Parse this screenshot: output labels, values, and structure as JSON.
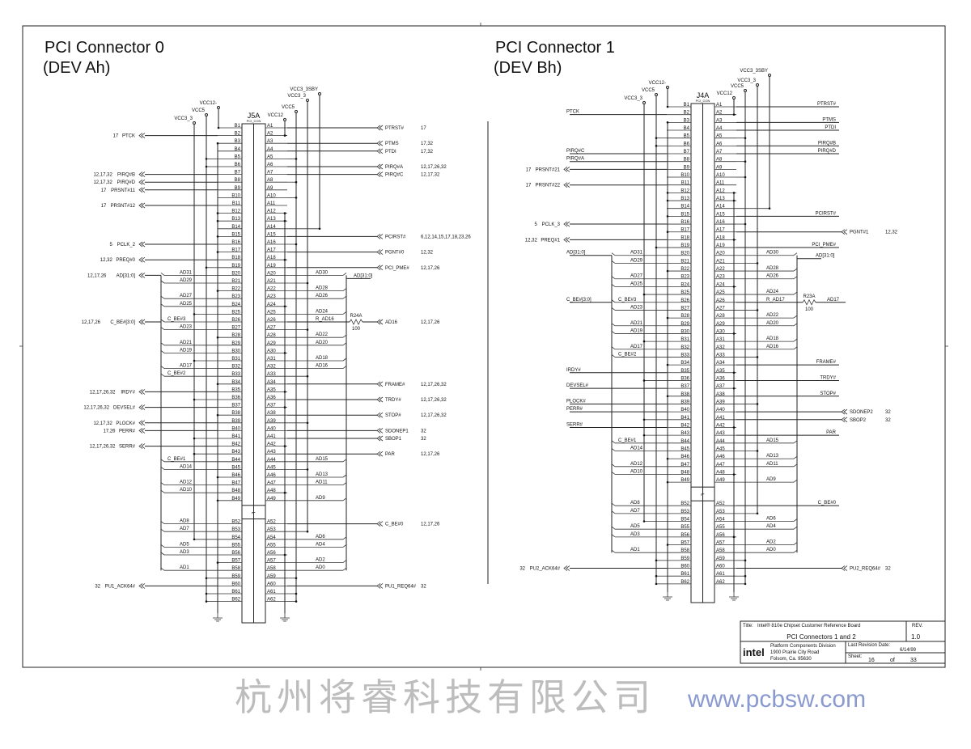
{
  "title_block": {
    "title_label": "Title:",
    "title": "Intel® 810e Chipset Customer Reference Board",
    "rev_label": "REV.",
    "rev": "1.0",
    "sheet_title": "PCI Connectors 1 and 2",
    "logo": "intel",
    "division": "Platform Components Division",
    "address1": "1900 Prairie City Road",
    "address2": "Folsom, Ca. 95630",
    "rev_date_label": "Last Revision Date:",
    "rev_date": "6/14/99",
    "sheet_label": "Sheet:",
    "sheet": "16",
    "of_label": "of",
    "sheet_total": "33"
  },
  "watermark": {
    "text": "杭州将睿科技有限公司",
    "url": "www.pcbsw.com"
  },
  "connectors": [
    {
      "title": "PCI Connector 0",
      "subtitle": "(DEV Ah)",
      "ref": "J5A",
      "part": "PCI_CON",
      "key": "⌐",
      "pins": [
        1,
        2,
        3,
        4,
        5,
        6,
        7,
        8,
        9,
        10,
        11,
        12,
        13,
        14,
        15,
        16,
        17,
        18,
        19,
        20,
        21,
        22,
        23,
        24,
        25,
        26,
        27,
        28,
        29,
        30,
        31,
        32,
        33,
        34,
        35,
        36,
        37,
        38,
        39,
        40,
        41,
        42,
        43,
        44,
        45,
        46,
        47,
        48,
        49,
        52,
        53,
        54,
        55,
        56,
        57,
        58,
        59,
        60,
        61,
        62
      ],
      "rails": [
        "VCC3_3",
        "VCC5",
        "VCC12-",
        "VCC12",
        "VCC5",
        "VCC3_3",
        "VCC3_3SBY"
      ],
      "left_signals": [
        {
          "pin": 2,
          "name": "PTCK",
          "refs": "17",
          "arrow": true
        },
        {
          "pin": 7,
          "name": "PIRQ#B",
          "refs": "12,17,32",
          "arrow": true
        },
        {
          "pin": 8,
          "name": "PIRQ#D",
          "refs": "12,17,32",
          "arrow": true
        },
        {
          "pin": 9,
          "name": "PRSNT#11",
          "refs": "17",
          "arrow": true
        },
        {
          "pin": 11,
          "name": "PRSNT#12",
          "refs": "17",
          "arrow": true
        },
        {
          "pin": 16,
          "name": "PCLK_2",
          "refs": "5",
          "arrow": true
        },
        {
          "pin": 18,
          "name": "PREQ#0",
          "refs": "12,32",
          "arrow": true
        },
        {
          "pin": 20,
          "name": "AD[31:0]",
          "refs": "12,17,26",
          "arrow": true,
          "bus": true
        },
        {
          "pin": 26,
          "name": "C_BE#[3:0]",
          "refs": "12,17,26",
          "arrow": true,
          "bus": true
        },
        {
          "pin": 35,
          "name": "IRDY#",
          "refs": "12,17,26,32",
          "arrow": true
        },
        {
          "pin": 37,
          "name": "DEVSEL#",
          "refs": "12,17,26,32",
          "arrow": true
        },
        {
          "pin": 39,
          "name": "PLOCK#",
          "refs": "12,17,32",
          "arrow": true
        },
        {
          "pin": 40,
          "name": "PERR#",
          "refs": "17,26",
          "arrow": true
        },
        {
          "pin": 42,
          "name": "SERR#",
          "refs": "12,17,26,32",
          "arrow": true
        },
        {
          "pin": 60,
          "name": "PU1_ACK64#",
          "refs": "32",
          "arrow": true
        }
      ],
      "right_signals": [
        {
          "pin": 1,
          "name": "PTRST#",
          "refs": "17",
          "arrow": true
        },
        {
          "pin": 3,
          "name": "PTMS",
          "refs": "17,32",
          "arrow": true
        },
        {
          "pin": 4,
          "name": "PTDI",
          "refs": "17,32",
          "arrow": true
        },
        {
          "pin": 6,
          "name": "PIRQ#A",
          "refs": "12,17,26,32",
          "arrow": true
        },
        {
          "pin": 7,
          "name": "PIRQ#C",
          "refs": "12,17,32",
          "arrow": true
        },
        {
          "pin": 15,
          "name": "PCIRST#",
          "refs": "6,12,14,15,17,18,23,26",
          "arrow": true
        },
        {
          "pin": 17,
          "name": "PGNT#0",
          "refs": "12,32",
          "arrow": true
        },
        {
          "pin": 19,
          "name": "PCI_PME#",
          "refs": "12,17,26",
          "arrow": true
        },
        {
          "pin": 26,
          "name": "AD16",
          "refs": "12,17,26",
          "arrow": true,
          "resistor": true
        },
        {
          "pin": 34,
          "name": "FRAME#",
          "refs": "12,17,26,32",
          "arrow": true
        },
        {
          "pin": 36,
          "name": "TRDY#",
          "refs": "12,17,26,32",
          "arrow": true
        },
        {
          "pin": 38,
          "name": "STOP#",
          "refs": "12,17,26,32",
          "arrow": true
        },
        {
          "pin": 40,
          "name": "SDONEP1",
          "refs": "32",
          "arrow": true
        },
        {
          "pin": 41,
          "name": "SBOP1",
          "refs": "32",
          "arrow": true
        },
        {
          "pin": 43,
          "name": "PAR",
          "refs": "12,17,26",
          "arrow": true
        },
        {
          "pin": 52,
          "name": "C_BE#0",
          "refs": "12,17,26",
          "arrow": true
        },
        {
          "pin": 60,
          "name": "PU1_REQ64#",
          "refs": "32",
          "arrow": true
        }
      ],
      "resistor": {
        "ref": "R24A",
        "value": "100",
        "net": "R_AD16"
      },
      "a_bus_label": "AD[31:0]",
      "b_bus": [
        {
          "pin": 20,
          "name": "AD31"
        },
        {
          "pin": 21,
          "name": "AD29"
        },
        {
          "pin": 23,
          "name": "AD27"
        },
        {
          "pin": 24,
          "name": "AD25"
        },
        {
          "pin": 26,
          "name": "C_BE#3"
        },
        {
          "pin": 27,
          "name": "AD23"
        },
        {
          "pin": 29,
          "name": "AD21"
        },
        {
          "pin": 30,
          "name": "AD19"
        },
        {
          "pin": 32,
          "name": "AD17"
        },
        {
          "pin": 33,
          "name": "C_BE#2"
        },
        {
          "pin": 44,
          "name": "C_BE#1"
        },
        {
          "pin": 45,
          "name": "AD14"
        },
        {
          "pin": 47,
          "name": "AD12"
        },
        {
          "pin": 48,
          "name": "AD10"
        },
        {
          "pin": 52,
          "name": "AD8"
        },
        {
          "pin": 53,
          "name": "AD7"
        },
        {
          "pin": 55,
          "name": "AD5"
        },
        {
          "pin": 56,
          "name": "AD3"
        },
        {
          "pin": 58,
          "name": "AD1"
        }
      ],
      "a_bus": [
        {
          "pin": 20,
          "name": "AD30"
        },
        {
          "pin": 22,
          "name": "AD28"
        },
        {
          "pin": 23,
          "name": "AD26"
        },
        {
          "pin": 25,
          "name": "AD24"
        },
        {
          "pin": 28,
          "name": "AD22"
        },
        {
          "pin": 29,
          "name": "AD20"
        },
        {
          "pin": 31,
          "name": "AD18"
        },
        {
          "pin": 32,
          "name": "AD16"
        },
        {
          "pin": 44,
          "name": "AD15"
        },
        {
          "pin": 46,
          "name": "AD13"
        },
        {
          "pin": 47,
          "name": "AD11"
        },
        {
          "pin": 49,
          "name": "AD9"
        },
        {
          "pin": 54,
          "name": "AD6"
        },
        {
          "pin": 55,
          "name": "AD4"
        },
        {
          "pin": 57,
          "name": "AD2"
        },
        {
          "pin": 58,
          "name": "AD0"
        }
      ]
    },
    {
      "title": "PCI Connector 1",
      "subtitle": "(DEV Bh)",
      "ref": "J4A",
      "part": "PCI_CON",
      "key": "⌐",
      "pins": [
        1,
        2,
        3,
        4,
        5,
        6,
        7,
        8,
        9,
        10,
        11,
        12,
        13,
        14,
        15,
        16,
        17,
        18,
        19,
        20,
        21,
        22,
        23,
        24,
        25,
        26,
        27,
        28,
        29,
        30,
        31,
        32,
        33,
        34,
        35,
        36,
        37,
        38,
        39,
        40,
        41,
        42,
        43,
        44,
        45,
        46,
        47,
        48,
        49,
        52,
        53,
        54,
        55,
        56,
        57,
        58,
        59,
        60,
        61,
        62
      ],
      "rails": [
        "VCC3_3",
        "VCC5",
        "VCC12-",
        "VCC12",
        "VCC5",
        "VCC3_3",
        "VCC3_3SBY"
      ],
      "left_signals": [
        {
          "pin": 2,
          "name": "PTCK",
          "arrow": false
        },
        {
          "pin": 7,
          "name": "PIRQ#C",
          "arrow": false
        },
        {
          "pin": 8,
          "name": "PIRQ#A",
          "arrow": false
        },
        {
          "pin": 9,
          "name": "PRSNT#21",
          "refs": "17",
          "arrow": true
        },
        {
          "pin": 11,
          "name": "PRSNT#22",
          "refs": "17",
          "arrow": true
        },
        {
          "pin": 16,
          "name": "PCLK_3",
          "refs": "5",
          "arrow": true
        },
        {
          "pin": 18,
          "name": "PREQ#1",
          "refs": "12,32",
          "arrow": true
        },
        {
          "pin": 20,
          "name": "AD[31:0]",
          "arrow": false,
          "bus": true
        },
        {
          "pin": 26,
          "name": "C_BE#[3:0]",
          "arrow": false,
          "bus": true
        },
        {
          "pin": 35,
          "name": "IRDY#",
          "arrow": false
        },
        {
          "pin": 37,
          "name": "DEVSEL#",
          "arrow": false
        },
        {
          "pin": 39,
          "name": "PLOCK#",
          "arrow": false
        },
        {
          "pin": 40,
          "name": "PERR#",
          "arrow": false
        },
        {
          "pin": 42,
          "name": "SERR#",
          "arrow": false
        },
        {
          "pin": 60,
          "name": "PU2_ACK64#",
          "refs": "32",
          "arrow": true
        }
      ],
      "right_signals": [
        {
          "pin": 1,
          "name": "PTRST#",
          "arrow": false
        },
        {
          "pin": 3,
          "name": "PTMS",
          "arrow": false
        },
        {
          "pin": 4,
          "name": "PTDI",
          "arrow": false
        },
        {
          "pin": 6,
          "name": "PIRQ#B",
          "arrow": false
        },
        {
          "pin": 7,
          "name": "PIRQ#D",
          "arrow": false
        },
        {
          "pin": 15,
          "name": "PCIRST#",
          "arrow": false
        },
        {
          "pin": 17,
          "name": "PGNT#1",
          "refs": "12,32",
          "arrow": true
        },
        {
          "pin": 19,
          "name": "PCI_PME#",
          "arrow": false
        },
        {
          "pin": 26,
          "name": "AD17",
          "arrow": false,
          "resistor": true
        },
        {
          "pin": 34,
          "name": "FRAME#",
          "arrow": false
        },
        {
          "pin": 36,
          "name": "TRDY#",
          "arrow": false
        },
        {
          "pin": 38,
          "name": "STOP#",
          "arrow": false
        },
        {
          "pin": 40,
          "name": "SDONEP2",
          "refs": "32",
          "arrow": true
        },
        {
          "pin": 41,
          "name": "SBOP2",
          "refs": "32",
          "arrow": true
        },
        {
          "pin": 43,
          "name": "PAR",
          "arrow": false
        },
        {
          "pin": 52,
          "name": "C_BE#0",
          "arrow": false
        },
        {
          "pin": 60,
          "name": "PU2_REQ64#",
          "refs": "32",
          "arrow": true
        }
      ],
      "resistor": {
        "ref": "R23A",
        "value": "100",
        "net": "R_AD17"
      },
      "a_bus_label": "AD[31:0]",
      "b_bus": [
        {
          "pin": 20,
          "name": "AD31"
        },
        {
          "pin": 21,
          "name": "AD29"
        },
        {
          "pin": 23,
          "name": "AD27"
        },
        {
          "pin": 24,
          "name": "AD25"
        },
        {
          "pin": 26,
          "name": "C_BE#3"
        },
        {
          "pin": 27,
          "name": "AD23"
        },
        {
          "pin": 29,
          "name": "AD21"
        },
        {
          "pin": 30,
          "name": "AD19"
        },
        {
          "pin": 32,
          "name": "AD17"
        },
        {
          "pin": 33,
          "name": "C_BE#2"
        },
        {
          "pin": 44,
          "name": "C_BE#1"
        },
        {
          "pin": 45,
          "name": "AD14"
        },
        {
          "pin": 47,
          "name": "AD12"
        },
        {
          "pin": 48,
          "name": "AD10"
        },
        {
          "pin": 52,
          "name": "AD8"
        },
        {
          "pin": 53,
          "name": "AD7"
        },
        {
          "pin": 55,
          "name": "AD5"
        },
        {
          "pin": 56,
          "name": "AD3"
        },
        {
          "pin": 58,
          "name": "AD1"
        }
      ],
      "a_bus": [
        {
          "pin": 20,
          "name": "AD30"
        },
        {
          "pin": 22,
          "name": "AD28"
        },
        {
          "pin": 23,
          "name": "AD26"
        },
        {
          "pin": 25,
          "name": "AD24"
        },
        {
          "pin": 28,
          "name": "AD22"
        },
        {
          "pin": 29,
          "name": "AD20"
        },
        {
          "pin": 31,
          "name": "AD18"
        },
        {
          "pin": 32,
          "name": "AD16"
        },
        {
          "pin": 44,
          "name": "AD15"
        },
        {
          "pin": 46,
          "name": "AD13"
        },
        {
          "pin": 47,
          "name": "AD11"
        },
        {
          "pin": 49,
          "name": "AD9"
        },
        {
          "pin": 54,
          "name": "AD6"
        },
        {
          "pin": 55,
          "name": "AD4"
        },
        {
          "pin": 57,
          "name": "AD2"
        },
        {
          "pin": 58,
          "name": "AD0"
        }
      ]
    }
  ]
}
